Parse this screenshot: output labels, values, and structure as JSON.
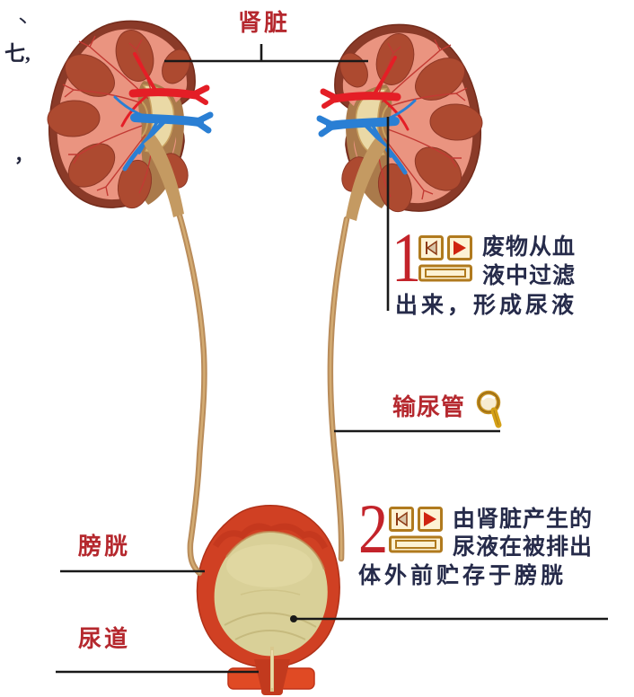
{
  "title": "urinary-system-diagram",
  "labels": {
    "kidney": "肾脏",
    "ureter": "输尿管",
    "bladder": "膀胱",
    "urethra": "尿道"
  },
  "annotations": {
    "step1": {
      "number": "1",
      "line1": "废物从血",
      "line2": "液中过滤",
      "line3": "出来，形成尿液"
    },
    "step2": {
      "number": "2",
      "line1": "由肾脏产生的",
      "line2": "尿液在被排出",
      "line3": "体外前贮存于膀胱"
    }
  },
  "icons": {
    "skip_back": "skip-back-button",
    "play": "play-button",
    "frame_bar": "frame-bar-button",
    "magnifier": "magnifier-icon"
  },
  "stray_marks": {
    "mark1": "丶",
    "mark2": "七,",
    "mark3": "，"
  },
  "colors": {
    "background": "#ffffff",
    "label_red": "#b5282e",
    "number_red": "#c3232a",
    "body_text": "#262b4a",
    "pointer_line": "#191919",
    "kidney_rim": "#8a3a28",
    "kidney_cortex": "#ea9480",
    "kidney_pyramid": "#ad4a30",
    "renal_sinus_brown": "#aa7a4b",
    "pelvis_cream": "#ead9a6",
    "artery_red": "#e41e26",
    "vein_blue": "#2a7fd4",
    "ureter_tan": "#b98c5a",
    "bladder_wall": "#d04023",
    "bladder_urine": "#d9d098",
    "icon_gold": "#b07a1e",
    "icon_cream": "#fdf2d4",
    "icon_triangle_red": "#cf2310"
  }
}
